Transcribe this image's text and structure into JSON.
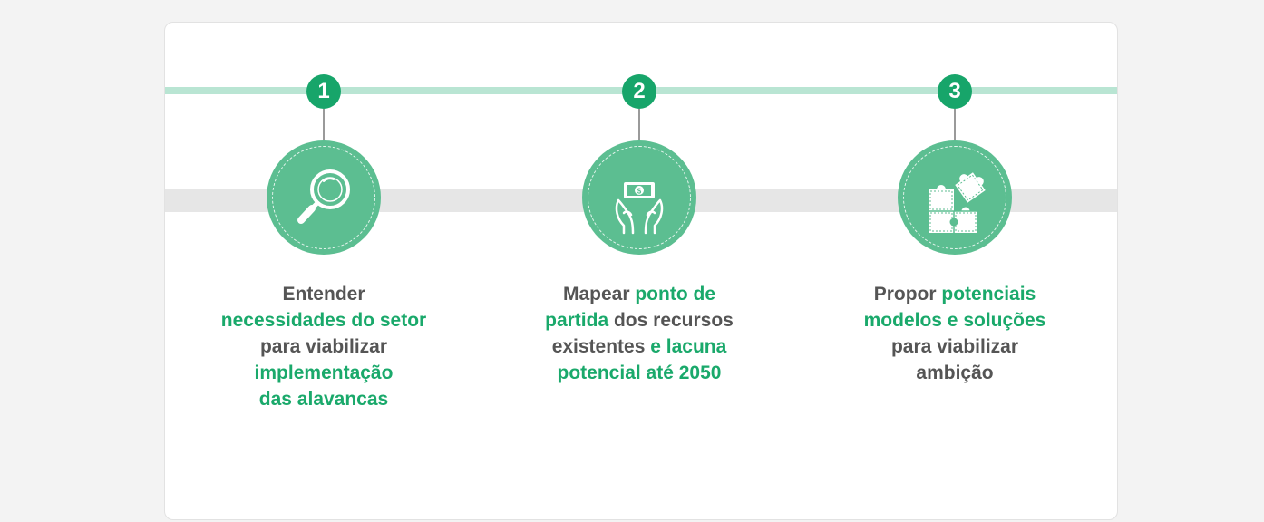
{
  "steps": [
    {
      "number": "1",
      "icon": "magnifier-icon",
      "lines": [
        [
          {
            "text": "Entender",
            "hl": false
          }
        ],
        [
          {
            "text": "necessidades do setor",
            "hl": true
          }
        ],
        [
          {
            "text": "para viabilizar",
            "hl": false
          }
        ],
        [
          {
            "text": "implementação",
            "hl": true
          }
        ],
        [
          {
            "text": "das alavancas",
            "hl": true
          }
        ]
      ]
    },
    {
      "number": "2",
      "icon": "hands-money-icon",
      "lines": [
        [
          {
            "text": "Mapear ",
            "hl": false
          },
          {
            "text": "ponto de",
            "hl": true
          }
        ],
        [
          {
            "text": "partida",
            "hl": true
          },
          {
            "text": " dos recursos",
            "hl": false
          }
        ],
        [
          {
            "text": "existentes",
            "hl": false
          },
          {
            "text": " e lacuna",
            "hl": true
          }
        ],
        [
          {
            "text": "potencial até 2050",
            "hl": true
          }
        ]
      ]
    },
    {
      "number": "3",
      "icon": "puzzle-icon",
      "lines": [
        [
          {
            "text": "Propor ",
            "hl": false
          },
          {
            "text": "potenciais",
            "hl": true
          }
        ],
        [
          {
            "text": "modelos e soluções",
            "hl": true
          }
        ],
        [
          {
            "text": "para viabilizar",
            "hl": false
          }
        ],
        [
          {
            "text": "ambição",
            "hl": false
          }
        ]
      ]
    }
  ],
  "colors": {
    "accent": "#1aa96b",
    "badge": "#17a56a",
    "circle": "#5cbe91",
    "top_line": "#b9e5d3",
    "band": "#e6e6e6",
    "text": "#555555"
  }
}
